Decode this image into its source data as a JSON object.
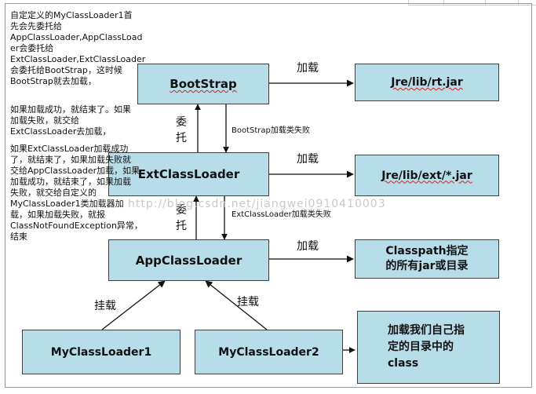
{
  "boxes": {
    "bootstrap": "BootStrap",
    "ext_loader": "ExtClassLoader",
    "app_loader": "AppClassLoader",
    "my_loader1": "MyClassLoader1",
    "my_loader2": "MyClassLoader2",
    "rt_jar": "Jre/lib/rt.jar",
    "ext_jar": "Jre/lib/ext/*.jar",
    "classpath": "Classpath指定\n的所有jar或目录",
    "own_dir": "加载我们自己指\n定的目录中的\nclass"
  },
  "edge_labels": {
    "load_rt": "加载",
    "load_ext": "加载",
    "load_classpath": "加载",
    "delegate_upper": "委\n托",
    "delegate_lower": "委\n托",
    "bootstrap_fail": "BootStrap加载类失败",
    "ext_fail": "ExtClassLoader加载类失败",
    "mount_left": "挂载",
    "mount_right": "挂载"
  },
  "notes": {
    "para1": "自定定义的MyClassLoader1首\n先会先委托给\nAppClassLoader,AppClassLoad\ner会委托给\nExtClassLoader,ExtClassLoader\n会委托给BootStrap，这时候\nBootStrap就去加载，",
    "para2": "如果加载成功，就结束了。如果\n加载失败，就交给\nExtClassLoader去加载，",
    "para3": "如果ExtClassLoader加载成功\n了，就结束了，如果加载失败就\n交给AppClassLoader加载，如果\n加载成功，就结束了，如果加载\n失败，就交给自定义的\nMyClassLoader1类加载器加\n载，如果加载失败，就报\nClassNotFoundException异常，\n结束"
  },
  "watermark": "http://blog.csdn.net/jiangwei0910410003"
}
